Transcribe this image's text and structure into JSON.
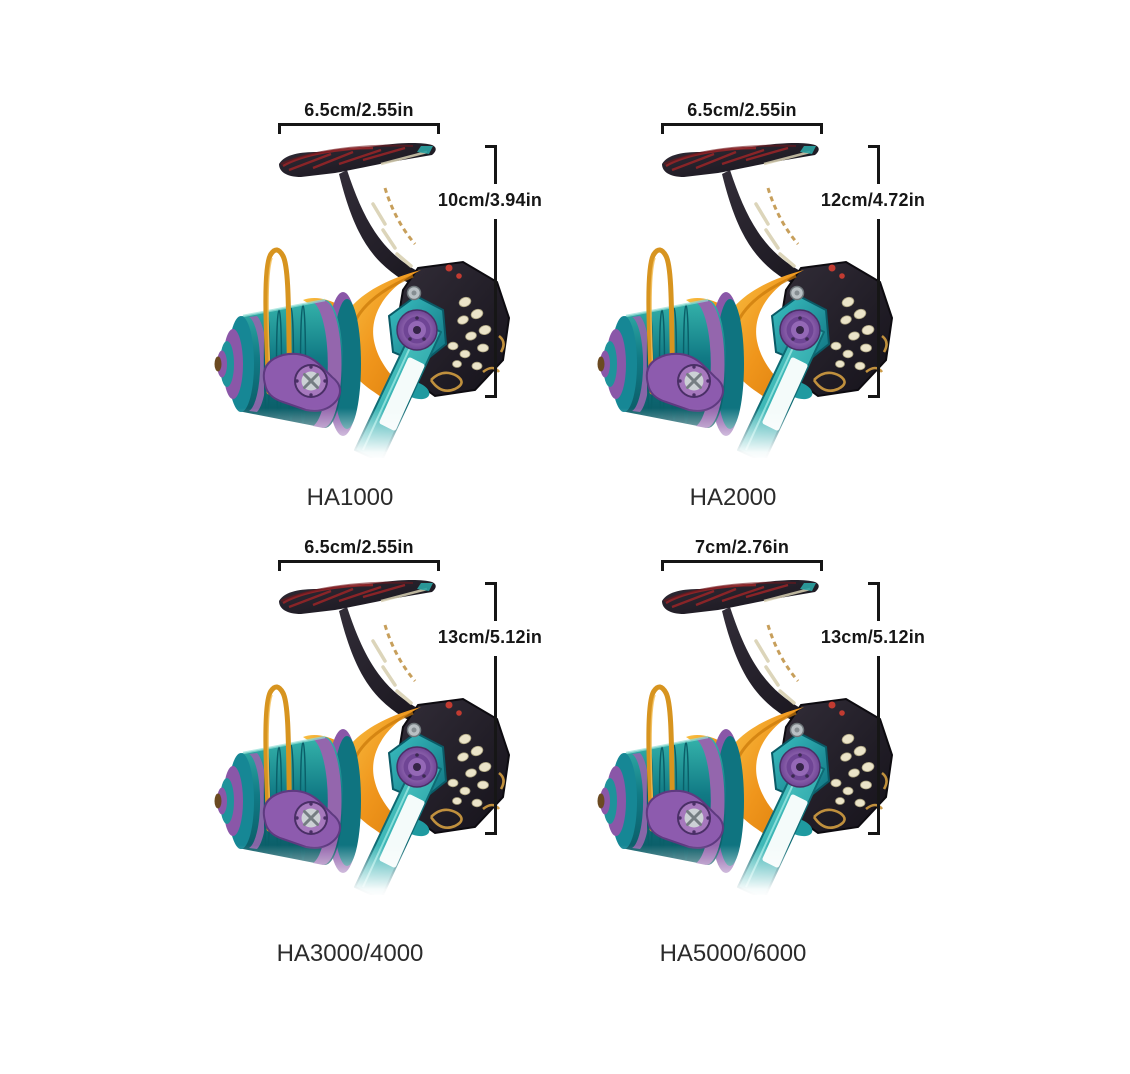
{
  "page": {
    "background_color": "#ffffff",
    "dimension_line_color": "#161616",
    "dimension_text_color": "#161616",
    "model_text_color": "#2b2b2b"
  },
  "reel_colors": {
    "body_dark": "#221e26",
    "teal": "#117a85",
    "purple": "#8d5bae",
    "orange": "#f0961c",
    "gold_wire": "#d7941f",
    "red_accent": "#9b2427",
    "bone_pattern": "#ebe4c9"
  },
  "items": [
    {
      "model": "HA1000",
      "width": "6.5cm/2.55in",
      "height": "10cm/3.94in"
    },
    {
      "model": "HA2000",
      "width": "6.5cm/2.55in",
      "height": "12cm/4.72in"
    },
    {
      "model": "HA3000/4000",
      "width": "6.5cm/2.55in",
      "height": "13cm/5.12in"
    },
    {
      "model": "HA5000/6000",
      "width": "7cm/2.76in",
      "height": "13cm/5.12in"
    }
  ]
}
